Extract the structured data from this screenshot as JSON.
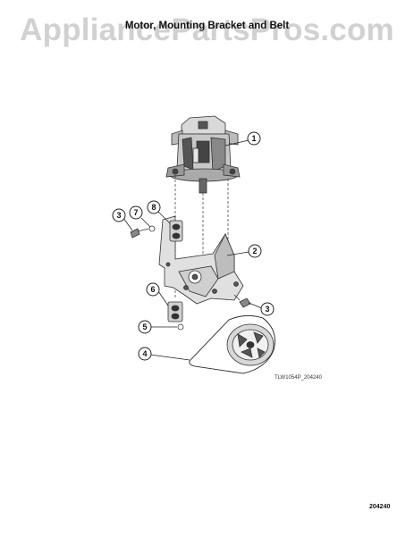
{
  "watermark": "AppliancePartsPros.com",
  "title": "Motor, Mounting Bracket and Belt",
  "callouts": [
    "1",
    "2",
    "3",
    "4",
    "5",
    "6",
    "7",
    "8",
    "3"
  ],
  "drawing_code": "TLW1054P_204240",
  "page_number": "204240"
}
